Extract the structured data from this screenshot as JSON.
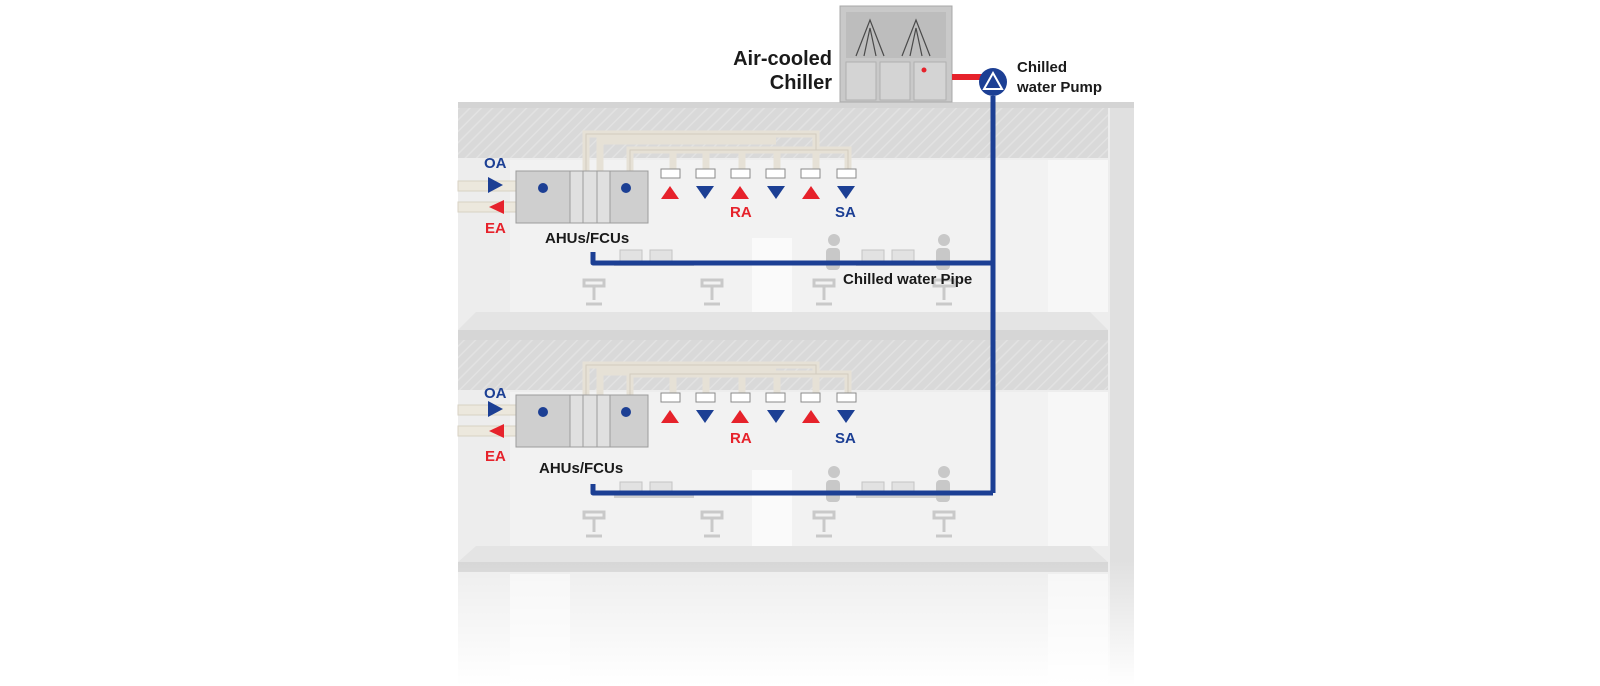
{
  "labels": {
    "chiller_line1": "Air-cooled",
    "chiller_line2": "Chiller",
    "pump_line1": "Chilled",
    "pump_line2": "water Pump",
    "chilled_water_pipe": "Chilled water Pipe",
    "oa": "OA",
    "ea": "EA",
    "ra": "RA",
    "sa": "SA",
    "ahu": "AHUs/FCUs"
  },
  "colors": {
    "chilled_water": "#1c3f94",
    "supply_air": "#1c3f94",
    "return_air": "#e6222b",
    "chiller_link": "#e6222b",
    "building": "#e9e9e9",
    "ceiling_plenum": "#dcdcdc",
    "duct": "#e6e1d6"
  },
  "icons": [
    "chiller-icon",
    "pump-icon",
    "ahu-fan-icon",
    "supply-arrow-icon",
    "return-arrow-icon",
    "outdoor-air-arrow-icon",
    "exhaust-air-arrow-icon",
    "office-worker-icon"
  ]
}
